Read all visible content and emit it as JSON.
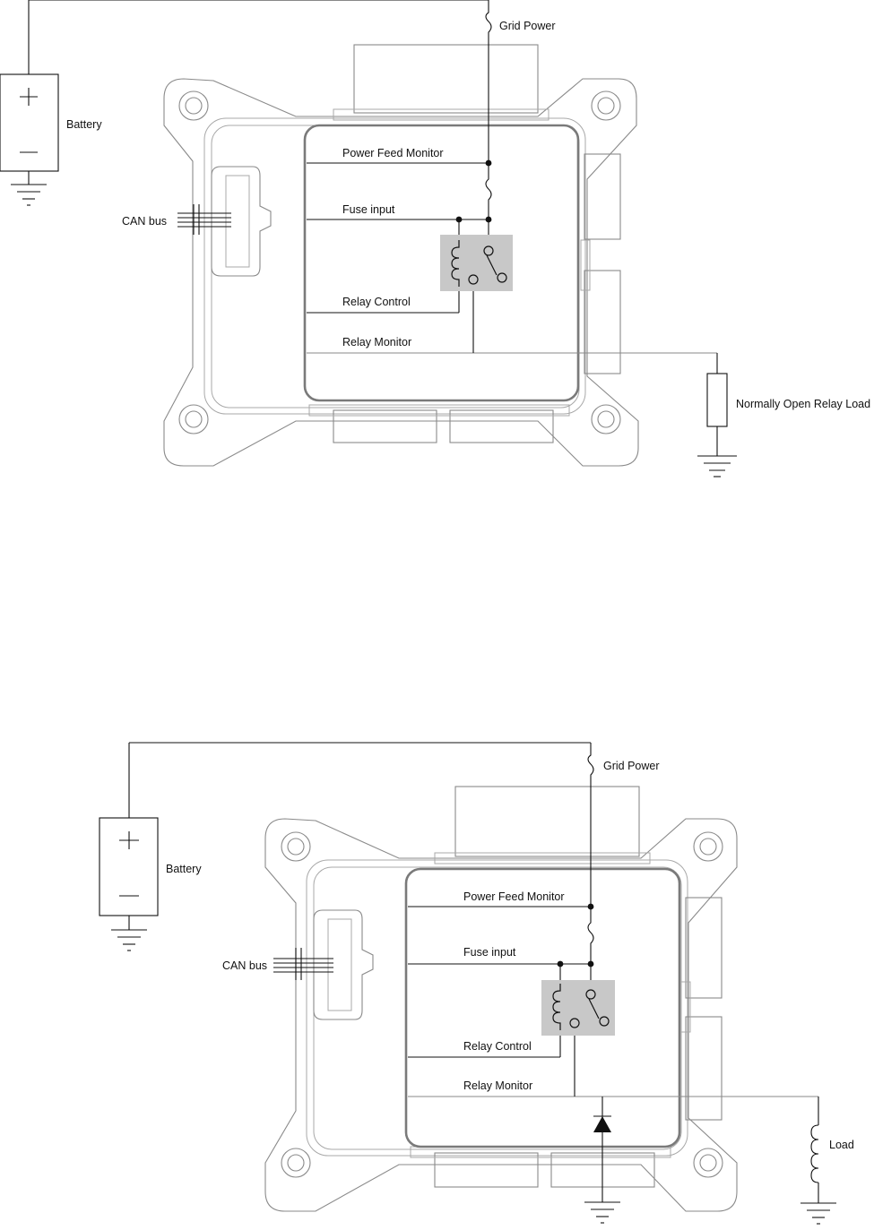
{
  "diagrams": [
    {
      "labels": {
        "grid_power": "Grid Power",
        "battery": "Battery",
        "can_bus": "CAN bus",
        "power_feed_monitor": "Power Feed Monitor",
        "fuse_input": "Fuse input",
        "relay_control": "Relay Control",
        "relay_monitor": "Relay Monitor",
        "load": "Normally Open Relay Load"
      }
    },
    {
      "labels": {
        "grid_power": "Grid Power",
        "battery": "Battery",
        "can_bus": "CAN bus",
        "power_feed_monitor": "Power Feed Monitor",
        "fuse_input": "Fuse input",
        "relay_control": "Relay Control",
        "relay_monitor": "Relay Monitor",
        "load": "Load"
      }
    }
  ]
}
